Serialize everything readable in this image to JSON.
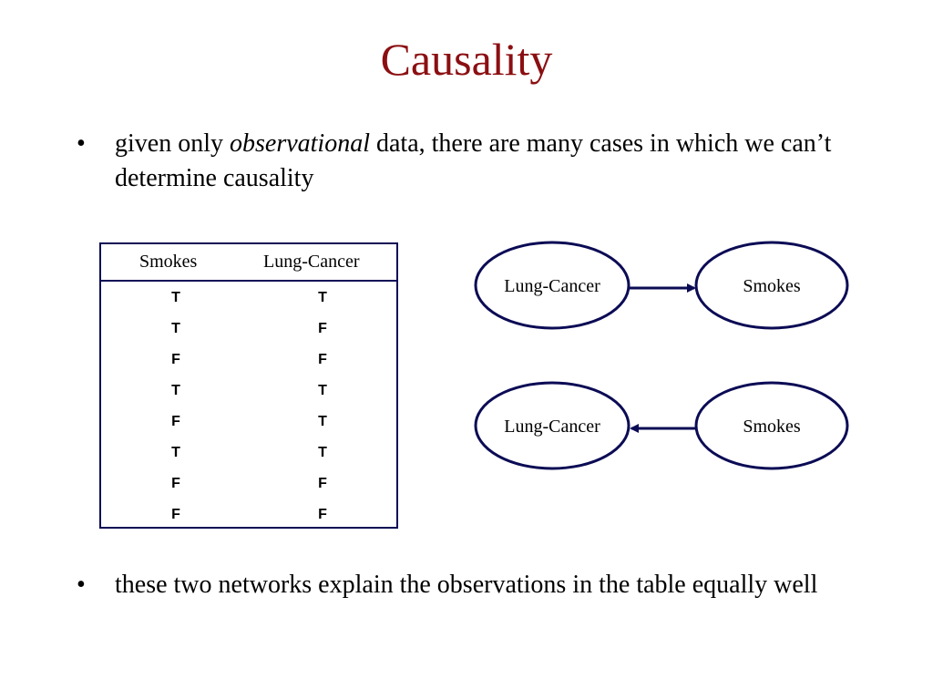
{
  "title": "Causality",
  "bullets": [
    {
      "symbol": "•",
      "before": "given only ",
      "italic": "observational",
      "after": " data, there are many cases in which we can’t determine causality"
    },
    {
      "symbol": "•",
      "text": "these two networks explain the observations in the table equally well"
    }
  ],
  "table": {
    "headers": [
      "Smokes",
      "Lung-Cancer"
    ],
    "rows": [
      [
        "T",
        "T"
      ],
      [
        "T",
        "F"
      ],
      [
        "F",
        "F"
      ],
      [
        "T",
        "T"
      ],
      [
        "F",
        "T"
      ],
      [
        "T",
        "T"
      ],
      [
        "F",
        "F"
      ],
      [
        "F",
        "F"
      ]
    ]
  },
  "networks": [
    {
      "left": "Lung-Cancer",
      "right": "Smokes",
      "direction": "left-to-right"
    },
    {
      "left": "Lung-Cancer",
      "right": "Smokes",
      "direction": "right-to-left"
    }
  ],
  "colors": {
    "title": "#8b0f12",
    "border": "#0b0b55",
    "arrow": "#0b0b55"
  }
}
